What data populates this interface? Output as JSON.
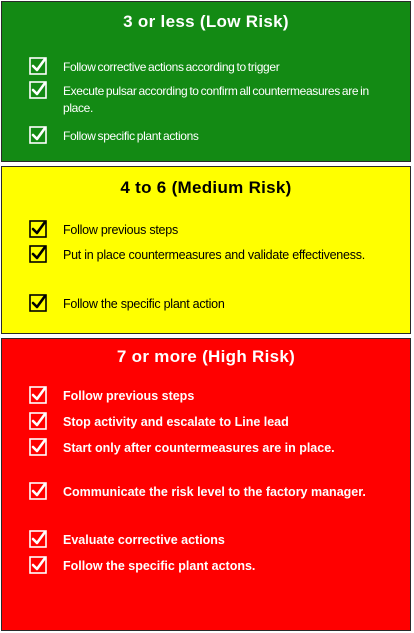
{
  "colors": {
    "low": "#138a14",
    "medium": "#ffff00",
    "high": "#ff0000"
  },
  "icon": "checkbox-checked-icon",
  "low": {
    "title": "3 or less (Low Risk)",
    "items": [
      "Follow corrective actions according to trigger",
      "Execute pulsar according to confirm all countermeasures are in place.",
      "Follow specific plant actions"
    ]
  },
  "medium": {
    "title": "4 to 6 (Medium Risk)",
    "items": [
      "Follow previous steps",
      "Put in place countermeasures and validate effectiveness.",
      "Follow the specific plant action"
    ]
  },
  "high": {
    "title": "7 or more (High Risk)",
    "items": [
      "Follow previous steps",
      "Stop activity and escalate to Line lead",
      "Start only after countermeasures are in place.",
      "Communicate the risk level to the factory manager.",
      "Evaluate corrective actions",
      "Follow the specific plant actons."
    ]
  }
}
